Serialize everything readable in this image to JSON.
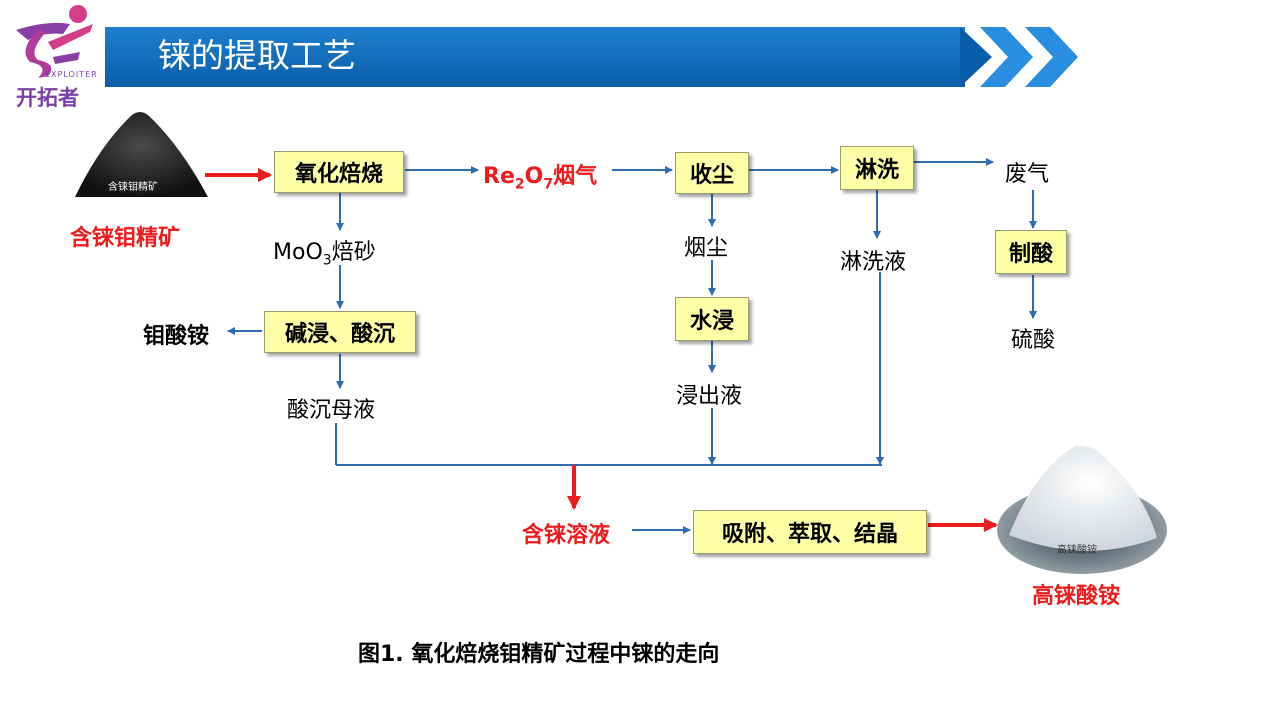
{
  "header": {
    "title": "铼的提取工艺",
    "logo_text": "开拓者",
    "logo_subtext": "EXPLOITER"
  },
  "nodes": {
    "ore": "含铼钼精矿",
    "ore_img_label": "含铼钼精矿",
    "roasting": "氧化焙烧",
    "re2o7_prefix": "Re",
    "re2o7_sub1": "2",
    "re2o7_mid": "O",
    "re2o7_sub2": "7",
    "re2o7_suffix": "烟气",
    "dust_collection": "收尘",
    "scrubbing": "淋洗",
    "waste_gas": "废气",
    "acid_making": "制酸",
    "sulfuric_acid": "硫酸",
    "moo3_prefix": "MoO",
    "moo3_sub": "3",
    "moo3_suffix": "焙砂",
    "leach_precip": "碱浸、酸沉",
    "ammonium_molybdate": "钼酸铵",
    "mother_liquor": "酸沉母液",
    "fume_dust": "烟尘",
    "water_leach": "水浸",
    "leachate": "浸出液",
    "scrub_liquid": "淋洗液",
    "re_solution": "含铼溶液",
    "adsorption": "吸附、萃取、结晶",
    "product": "高铼酸铵",
    "product_img_label": "高铼酸铵"
  },
  "caption": "图1. 氧化焙烧钼精矿过程中铼的走向",
  "colors": {
    "flow_line": "#2e6db4",
    "highlight": "#ee1c1c",
    "box_fill": "#ffffa8",
    "banner": "#0a5ea9"
  }
}
